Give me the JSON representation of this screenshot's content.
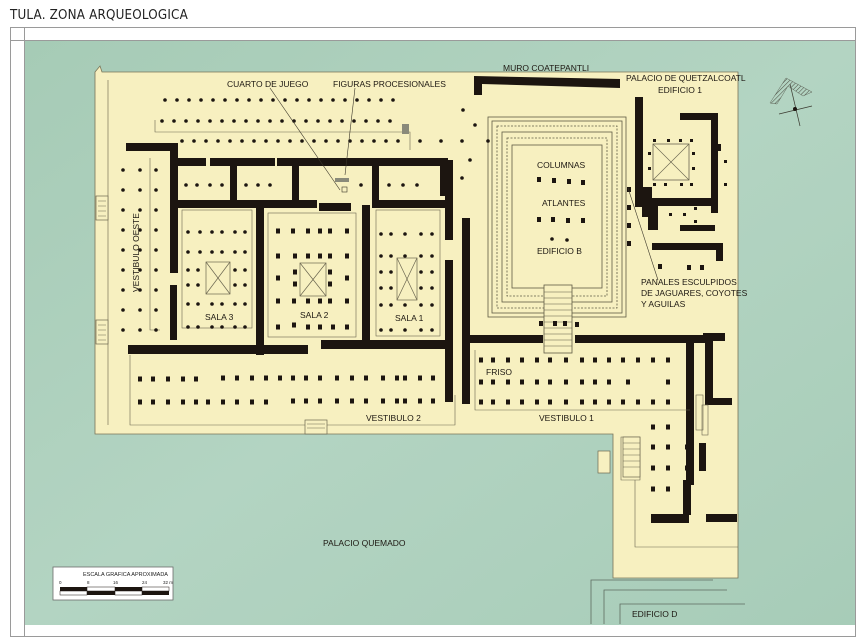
{
  "title": "TULA. ZONA ARQUEOLOGICA",
  "colors": {
    "background_green": "#a9cdb9",
    "plaza_cream": "#f7f0c0",
    "wall_dark": "#1c1510",
    "outline": "#6b6650",
    "frame": "#9a9a9a"
  },
  "labels": {
    "cuarto_de_juego": "CUARTO DE JUEGO",
    "figuras_procesionales": "FIGURAS PROCESIONALES",
    "muro_coatepantli": "MURO COATEPANTLI",
    "palacio_quetzalcoatl_line1": "PALACIO DE QUETZALCOATL",
    "palacio_quetzalcoatl_line2": "EDIFICIO 1",
    "columnas": "COLUMNAS",
    "atlantes": "ATLANTES",
    "edificio_b": "EDIFICIO B",
    "panales_line1": "PANALES ESCULPIDOS",
    "panales_line2": "DE JAGUARES, COYOTES",
    "panales_line3": "Y AGUILAS",
    "vestibulo_oeste": "VESTIBULO OESTE",
    "sala_3": "SALA 3",
    "sala_2": "SALA 2",
    "sala_1": "SALA 1",
    "friso": "FRISO",
    "vestibulo_2": "VESTIBULO 2",
    "vestibulo_1": "VESTIBULO 1",
    "palacio_quemado": "PALACIO QUEMADO",
    "edificio_d": "EDIFICIO D"
  },
  "scale_bar": {
    "title": "ESCALA GRAFICA APROXIMADA",
    "ticks": [
      "0",
      "8",
      "16",
      "24",
      "32 m"
    ]
  },
  "north_arrow": {
    "icon": "north-arrow-icon"
  }
}
